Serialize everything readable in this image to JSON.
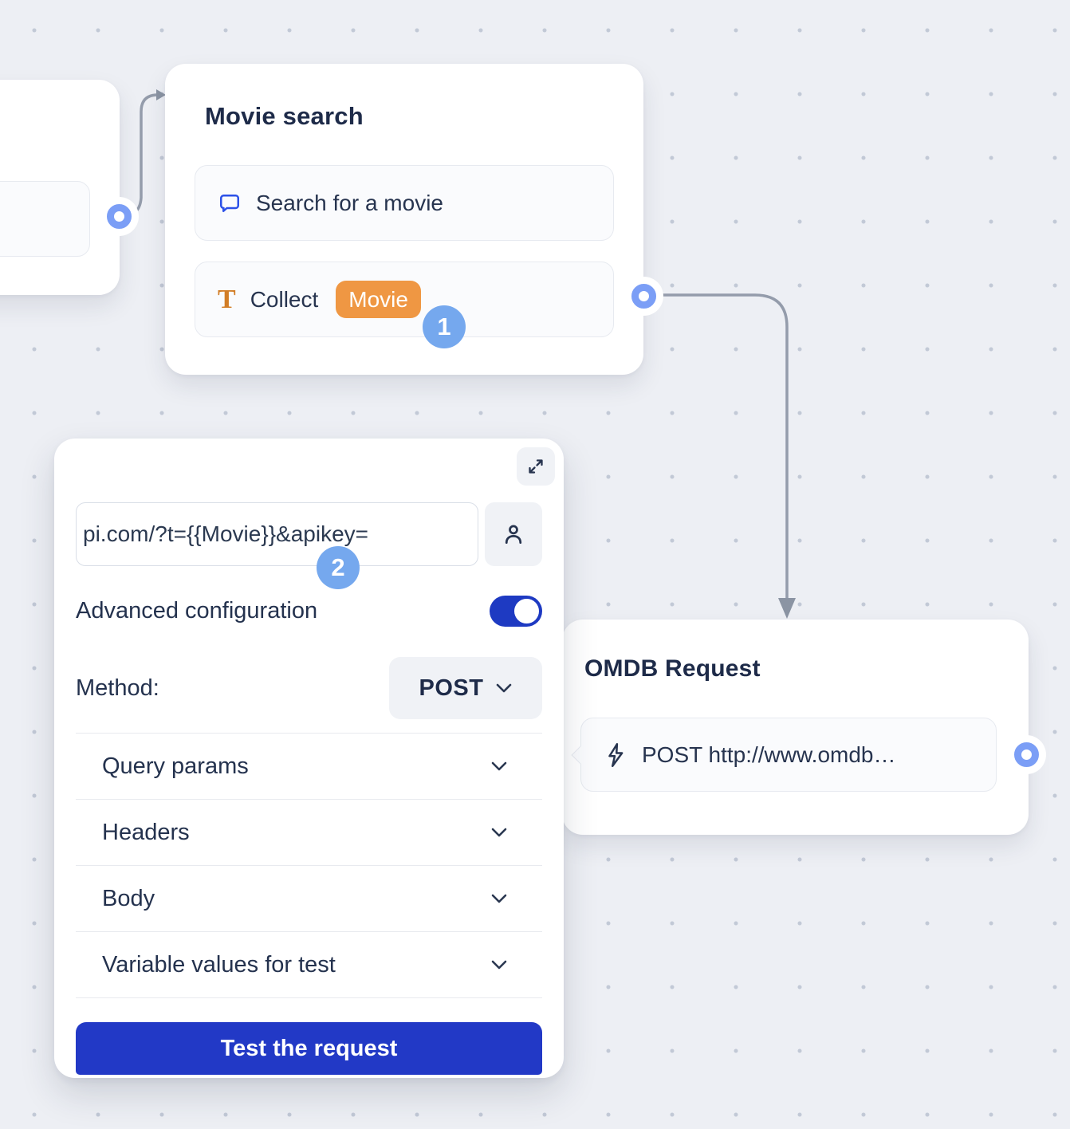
{
  "movie_search_node": {
    "title": "Movie search",
    "steps": [
      {
        "icon": "chat-bubble-icon",
        "label": "Search for a movie"
      },
      {
        "icon": "text-icon",
        "label": "Collect",
        "variable_tag": "Movie"
      }
    ],
    "step_badge": "1"
  },
  "webhook_panel": {
    "url_value": "pi.com/?t={{Movie}}&apikey=",
    "advanced_label": "Advanced configuration",
    "method_label": "Method:",
    "method_value": "POST",
    "sections": [
      "Query params",
      "Headers",
      "Body",
      "Variable values for test"
    ],
    "test_button_label": "Test the request",
    "step_badge": "2"
  },
  "omdb_node": {
    "title": "OMDB Request",
    "request_label": "POST http://www.omdb…"
  },
  "colors": {
    "canvas_bg": "#edeff4",
    "grid_dot": "#c2c9d6",
    "accent_blue": "#2239c6",
    "toggle_blue": "#1e3ac2",
    "badge_blue": "#75a8ee",
    "port_blue": "#7b9ef6",
    "variable_orange": "#ef9743",
    "connector_gray": "#949cab",
    "text_navy": "#24324e"
  }
}
